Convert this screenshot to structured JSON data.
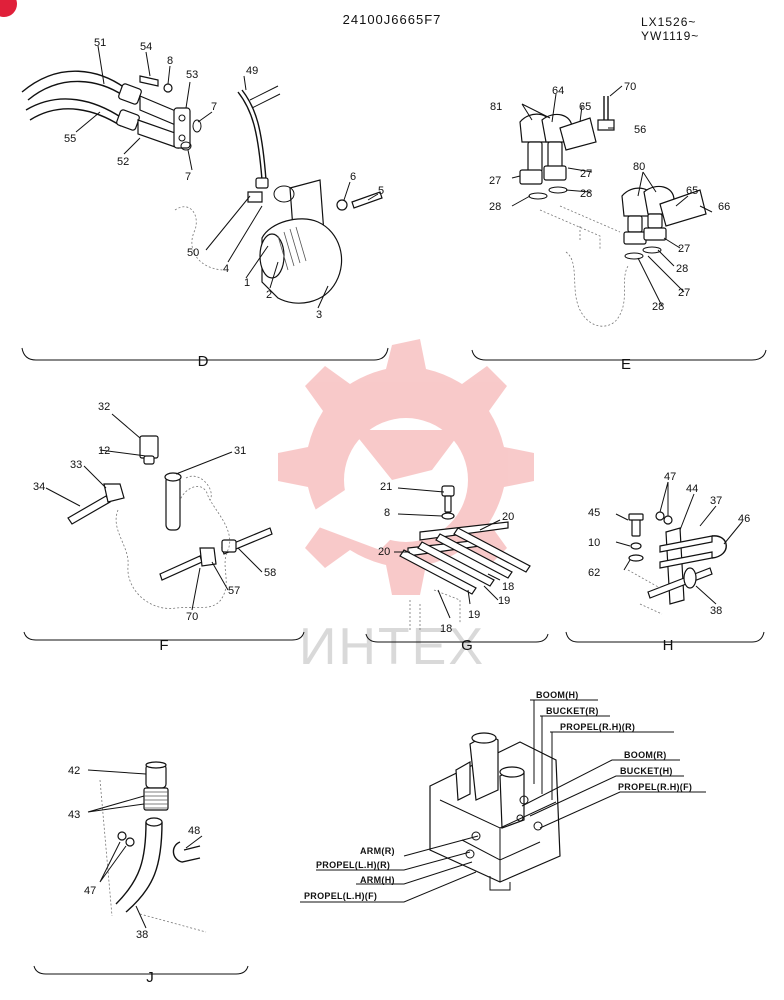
{
  "header": {
    "drawing_number": "24100J6665F7",
    "serial_line1": "LX1526~",
    "serial_line2": "YW1119~"
  },
  "watermark": {
    "text": "ИНТЕХ",
    "color": "#f08a8a"
  },
  "corner_badge_color": "#e0203a",
  "sections": {
    "D": {
      "label": "D",
      "callouts": [
        "51",
        "54",
        "8",
        "53",
        "49",
        "7",
        "55",
        "52",
        "7",
        "6",
        "5",
        "50",
        "4",
        "1",
        "2",
        "3"
      ]
    },
    "E": {
      "label": "E",
      "callouts": [
        "70",
        "81",
        "64",
        "65",
        "56",
        "27",
        "27",
        "28",
        "28",
        "80",
        "65",
        "66",
        "27",
        "28",
        "27",
        "28"
      ]
    },
    "F": {
      "label": "F",
      "callouts": [
        "32",
        "12",
        "31",
        "33",
        "34",
        "58",
        "57",
        "70"
      ]
    },
    "G": {
      "label": "G",
      "callouts": [
        "21",
        "8",
        "20",
        "20",
        "18",
        "19",
        "19",
        "18"
      ]
    },
    "H": {
      "label": "H",
      "callouts": [
        "47",
        "44",
        "37",
        "45",
        "46",
        "10",
        "62",
        "38"
      ]
    },
    "J": {
      "label": "J",
      "callouts": [
        "42",
        "43",
        "48",
        "47",
        "38"
      ]
    }
  },
  "valve_labels": {
    "upper": [
      "BOOM(H)",
      "BUCKET(R)",
      "PROPEL(R.H)(R)",
      "BOOM(R)",
      "BUCKET(H)",
      "PROPEL(R.H)(F)"
    ],
    "lower": [
      "ARM(R)",
      "PROPEL(L.H)(R)",
      "ARM(H)",
      "PROPEL(L.H)(F)"
    ]
  }
}
